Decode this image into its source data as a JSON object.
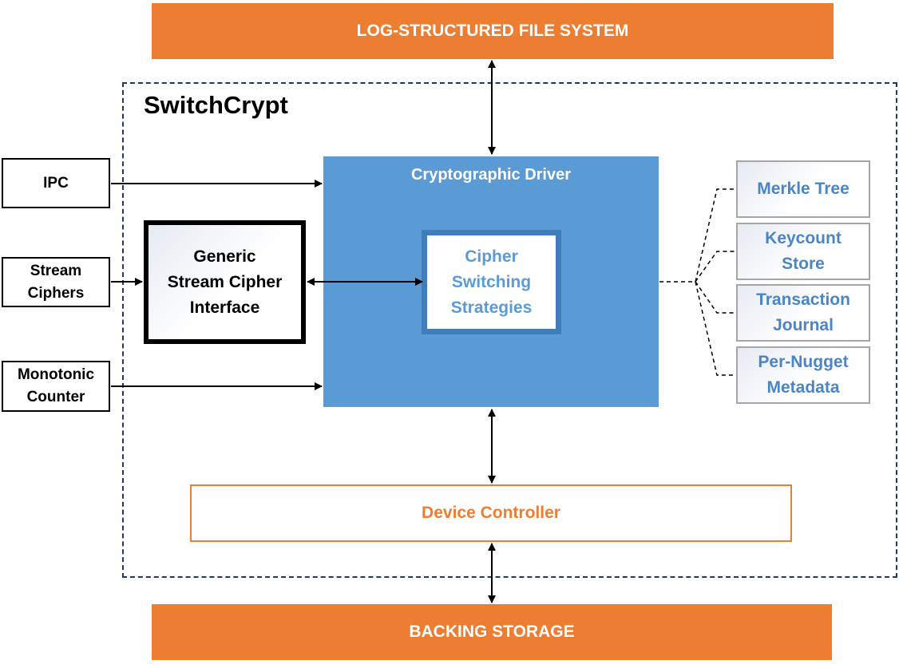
{
  "top_layer": {
    "label": "LOG-STRUCTURED FILE SYSTEM"
  },
  "bottom_layer": {
    "label": "BACKING STORAGE"
  },
  "container": {
    "title": "SwitchCrypt"
  },
  "inputs": {
    "ipc": "IPC",
    "stream_ciphers": [
      "Stream",
      "Ciphers"
    ],
    "monotonic_counter": [
      "Monotonic",
      "Counter"
    ]
  },
  "generic_interface": {
    "lines": [
      "Generic",
      "Stream Cipher",
      "Interface"
    ]
  },
  "crypto_driver": {
    "label": "Cryptographic Driver"
  },
  "strategies": {
    "lines": [
      "Cipher",
      "Switching",
      "Strategies"
    ]
  },
  "metadata": {
    "merkle_tree": "Merkle Tree",
    "keycount_store": [
      "Keycount",
      "Store"
    ],
    "transaction_journal": [
      "Transaction",
      "Journal"
    ],
    "per_nugget_metadata": [
      "Per-Nugget",
      "Metadata"
    ]
  },
  "device_controller": {
    "label": "Device Controller"
  },
  "colors": {
    "orange": "#ED7D31",
    "blue": "#5B9BD5",
    "dark_blue": "#1F3864",
    "strategy_border": "#3F7EBB"
  }
}
